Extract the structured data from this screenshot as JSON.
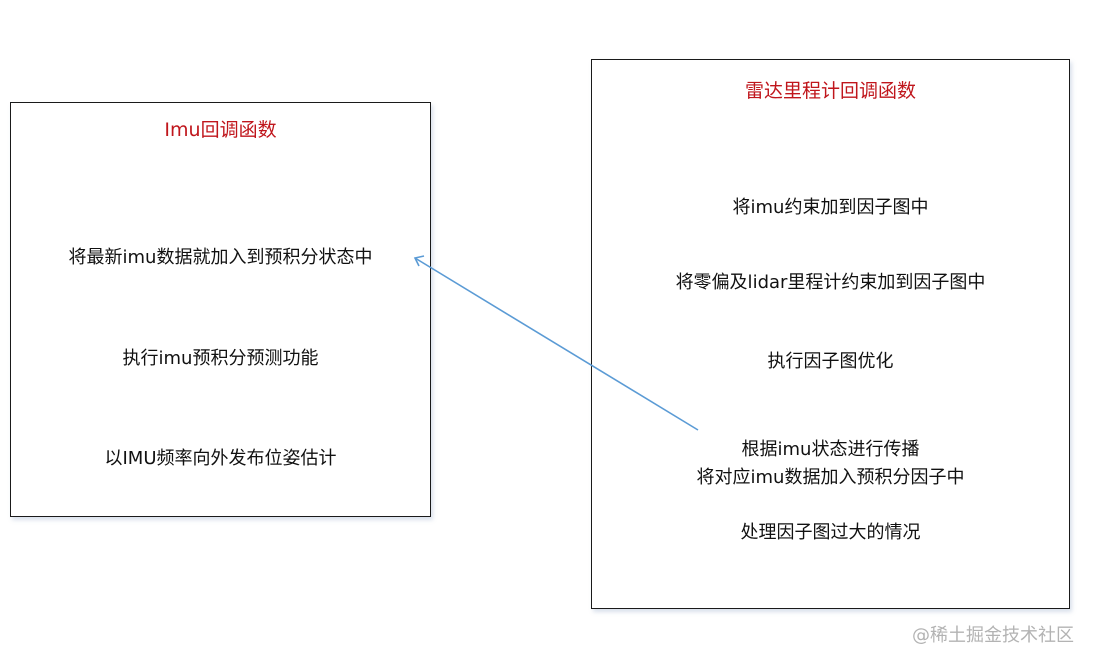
{
  "left_box": {
    "title": "Imu回调函数",
    "lines": [
      "将最新imu数据就加入到预积分状态中",
      "执行imu预积分预测功能",
      "以IMU频率向外发布位姿估计"
    ]
  },
  "right_box": {
    "title": "雷达里程计回调函数",
    "lines": [
      "将imu约束加到因子图中",
      "将零偏及lidar里程计约束加到因子图中",
      "执行因子图优化",
      "根据imu状态进行传播",
      "将对应imu数据加入预积分因子中",
      "处理因子图过大的情况"
    ]
  },
  "arrow": {
    "from": "right_box",
    "to": "left_box",
    "color": "#5b9bd5"
  },
  "watermark": "@稀土掘金技术社区",
  "colors": {
    "title": "#c0161c",
    "text": "#111111",
    "border": "#1a1a1a"
  }
}
